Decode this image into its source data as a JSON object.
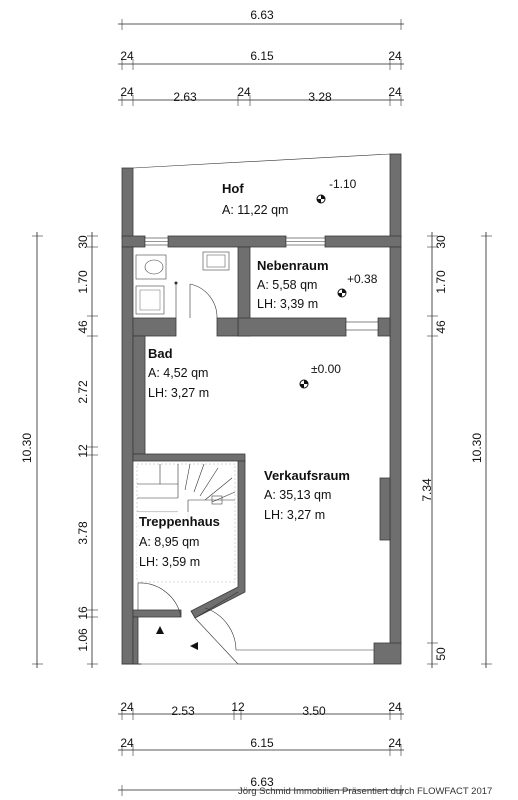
{
  "dimensions": {
    "top": {
      "overall": "6.63",
      "row2": [
        "24",
        "6.15",
        "24"
      ],
      "row3": [
        "24",
        "2.63",
        "24",
        "3.28",
        "24"
      ]
    },
    "bottom": {
      "row1": [
        "24",
        "2.53",
        "12",
        "3.50",
        "24"
      ],
      "row2": [
        "24",
        "6.15",
        "24"
      ],
      "overall": "6.63"
    },
    "left": {
      "overall": "10.30",
      "segments": [
        "30",
        "1.70",
        "46",
        "2.72",
        "12",
        "3.78",
        "16",
        "1.06"
      ]
    },
    "right": {
      "overall": "10.30",
      "segments": [
        "30",
        "1.70",
        "46",
        "7.34",
        "50"
      ]
    }
  },
  "rooms": {
    "hof": {
      "name": "Hof",
      "area": "A: 11,22 qm"
    },
    "nebenraum": {
      "name": "Nebenraum",
      "area": "A: 5,58 qm",
      "height": "LH: 3,39 m"
    },
    "bad": {
      "name": "Bad",
      "area": "A: 4,52 qm",
      "height": "LH: 3,27 m"
    },
    "verkaufsraum": {
      "name": "Verkaufsraum",
      "area": "A: 35,13 qm",
      "height": "LH: 3,27 m"
    },
    "treppenhaus": {
      "name": "Treppenhaus",
      "area": "A: 8,95 qm",
      "height": "LH: 3,59 m"
    }
  },
  "levels": {
    "hof": "-1.10",
    "nebenraum": "+0.38",
    "verkaufsraum": "±0.00"
  },
  "credit": "Jörg Schmid Immobilien Präsentiert durch FLOWFACT 2017"
}
